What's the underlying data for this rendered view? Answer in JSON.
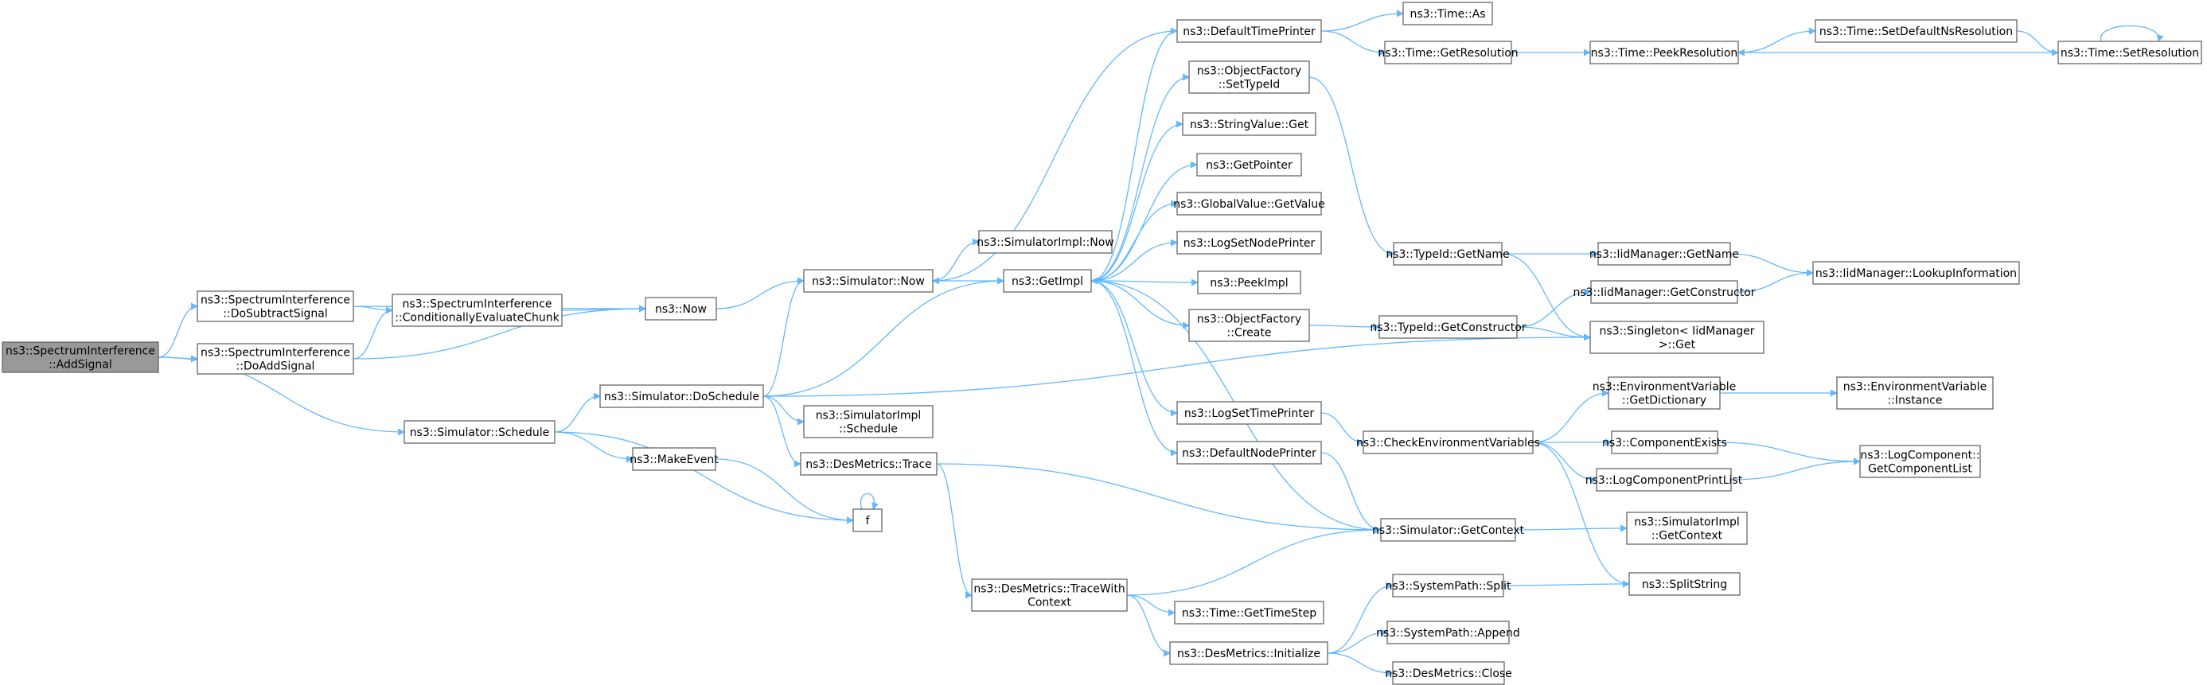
{
  "diagram": {
    "title": "",
    "edge_color": "#63b8ff",
    "node_border_color": "#666666",
    "root_fill_color": "#999999",
    "nodes": [
      {
        "id": "root",
        "lines": [
          "ns3::SpectrumInterference",
          "::AddSignal"
        ],
        "root": true
      },
      {
        "id": "dosub",
        "lines": [
          "ns3::SpectrumInterference",
          "::DoSubtractSignal"
        ]
      },
      {
        "id": "doadd",
        "lines": [
          "ns3::SpectrumInterference",
          "::DoAddSignal"
        ]
      },
      {
        "id": "cond",
        "lines": [
          "ns3::SpectrumInterference",
          "::ConditionallyEvaluateChunk"
        ]
      },
      {
        "id": "now",
        "lines": [
          "ns3::Now"
        ]
      },
      {
        "id": "simnow",
        "lines": [
          "ns3::Simulator::Now"
        ]
      },
      {
        "id": "simsched",
        "lines": [
          "ns3::Simulator::Schedule"
        ]
      },
      {
        "id": "dosched",
        "lines": [
          "ns3::Simulator::DoSchedule"
        ]
      },
      {
        "id": "makeevent",
        "lines": [
          "ns3::MakeEvent"
        ]
      },
      {
        "id": "f",
        "lines": [
          "f"
        ]
      },
      {
        "id": "simimplnow",
        "lines": [
          "ns3::SimulatorImpl::Now"
        ]
      },
      {
        "id": "getimpl",
        "lines": [
          "ns3::GetImpl"
        ]
      },
      {
        "id": "simimplsched",
        "lines": [
          "ns3::SimulatorImpl",
          "::Schedule"
        ]
      },
      {
        "id": "destrace",
        "lines": [
          "ns3::DesMetrics::Trace"
        ]
      },
      {
        "id": "destracewith",
        "lines": [
          "ns3::DesMetrics::TraceWith",
          "Context"
        ]
      },
      {
        "id": "deftimeprinter",
        "lines": [
          "ns3::DefaultTimePrinter"
        ]
      },
      {
        "id": "ofsettype",
        "lines": [
          "ns3::ObjectFactory",
          "::SetTypeId"
        ]
      },
      {
        "id": "strget",
        "lines": [
          "ns3::StringValue::Get"
        ]
      },
      {
        "id": "getpointer",
        "lines": [
          "ns3::GetPointer"
        ]
      },
      {
        "id": "gvget",
        "lines": [
          "ns3::GlobalValue::GetValue"
        ]
      },
      {
        "id": "lognodeprinter",
        "lines": [
          "ns3::LogSetNodePrinter"
        ]
      },
      {
        "id": "peekimpl",
        "lines": [
          "ns3::PeekImpl"
        ]
      },
      {
        "id": "ofcreate",
        "lines": [
          "ns3::ObjectFactory",
          "::Create"
        ]
      },
      {
        "id": "logtimeprinter",
        "lines": [
          "ns3::LogSetTimePrinter"
        ]
      },
      {
        "id": "defnodeprinter",
        "lines": [
          "ns3::DefaultNodePrinter"
        ]
      },
      {
        "id": "gettimestep",
        "lines": [
          "ns3::Time::GetTimeStep"
        ]
      },
      {
        "id": "desinit",
        "lines": [
          "ns3::DesMetrics::Initialize"
        ]
      },
      {
        "id": "timeas",
        "lines": [
          "ns3::Time::As"
        ]
      },
      {
        "id": "timegetres",
        "lines": [
          "ns3::Time::GetResolution"
        ]
      },
      {
        "id": "typeidgetname",
        "lines": [
          "ns3::TypeId::GetName"
        ]
      },
      {
        "id": "typeidgetctor",
        "lines": [
          "ns3::TypeId::GetConstructor"
        ]
      },
      {
        "id": "checkenv",
        "lines": [
          "ns3::CheckEnvironmentVariables"
        ]
      },
      {
        "id": "simgetctx",
        "lines": [
          "ns3::Simulator::GetContext"
        ]
      },
      {
        "id": "spsplit",
        "lines": [
          "ns3::SystemPath::Split"
        ]
      },
      {
        "id": "spappend",
        "lines": [
          "ns3::SystemPath::Append"
        ]
      },
      {
        "id": "desclose",
        "lines": [
          "ns3::DesMetrics::Close"
        ]
      },
      {
        "id": "peekres",
        "lines": [
          "ns3::Time::PeekResolution"
        ]
      },
      {
        "id": "iidgetname",
        "lines": [
          "ns3::IidManager::GetName"
        ]
      },
      {
        "id": "iidgetctor",
        "lines": [
          "ns3::IidManager::GetConstructor"
        ]
      },
      {
        "id": "singleton",
        "lines": [
          "ns3::Singleton< IidManager",
          " >::Get"
        ]
      },
      {
        "id": "envdict",
        "lines": [
          "ns3::EnvironmentVariable",
          "::GetDictionary"
        ]
      },
      {
        "id": "compexists",
        "lines": [
          "ns3::ComponentExists"
        ]
      },
      {
        "id": "logcompprint",
        "lines": [
          "ns3::LogComponentPrintList"
        ]
      },
      {
        "id": "simimplgetctx",
        "lines": [
          "ns3::SimulatorImpl",
          "::GetContext"
        ]
      },
      {
        "id": "splitstring",
        "lines": [
          "ns3::SplitString"
        ]
      },
      {
        "id": "setdefns",
        "lines": [
          "ns3::Time::SetDefaultNsResolution"
        ]
      },
      {
        "id": "timesetres",
        "lines": [
          "ns3::Time::SetResolution"
        ]
      },
      {
        "id": "iidlookup",
        "lines": [
          "ns3::IidManager::LookupInformation"
        ]
      },
      {
        "id": "envinstance",
        "lines": [
          "ns3::EnvironmentVariable",
          "::Instance"
        ]
      },
      {
        "id": "getcomplist",
        "lines": [
          "ns3::LogComponent::",
          "GetComponentList"
        ]
      }
    ]
  }
}
